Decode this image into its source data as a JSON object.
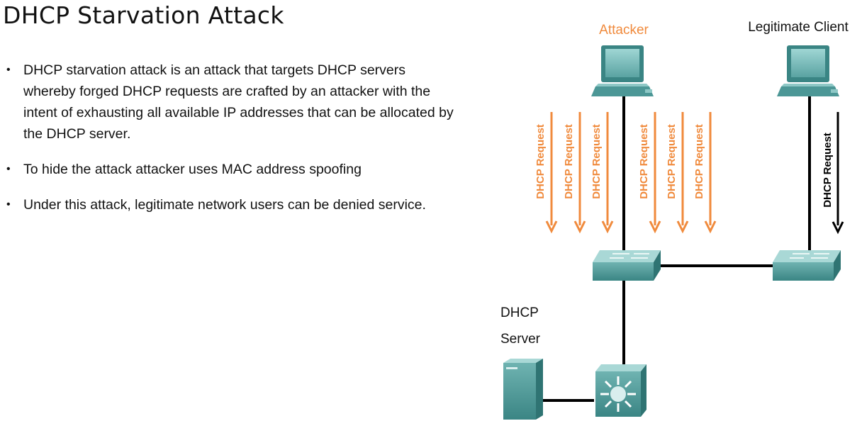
{
  "slide": {
    "title": "DHCP Starvation Attack",
    "bullets": [
      "DHCP starvation attack is an attack that targets DHCP servers whereby forged DHCP requests are crafted by an attacker with the intent of exhausting all available IP addresses that can be allocated by the DHCP server.",
      "To hide the attack attacker uses MAC address spoofing",
      "Under this attack, legitimate network users can be denied service."
    ]
  },
  "diagram": {
    "attacker_label": "Attacker",
    "client_label": "Legitimate Client",
    "server_label_line1": "DHCP",
    "server_label_line2": "Server",
    "request_label": "DHCP Request",
    "colors": {
      "attack_arrow": "#f08a3c",
      "client_arrow": "#000000",
      "device_teal": "#3f8c8c",
      "device_light": "#8ec8c6",
      "link": "#000000"
    }
  }
}
